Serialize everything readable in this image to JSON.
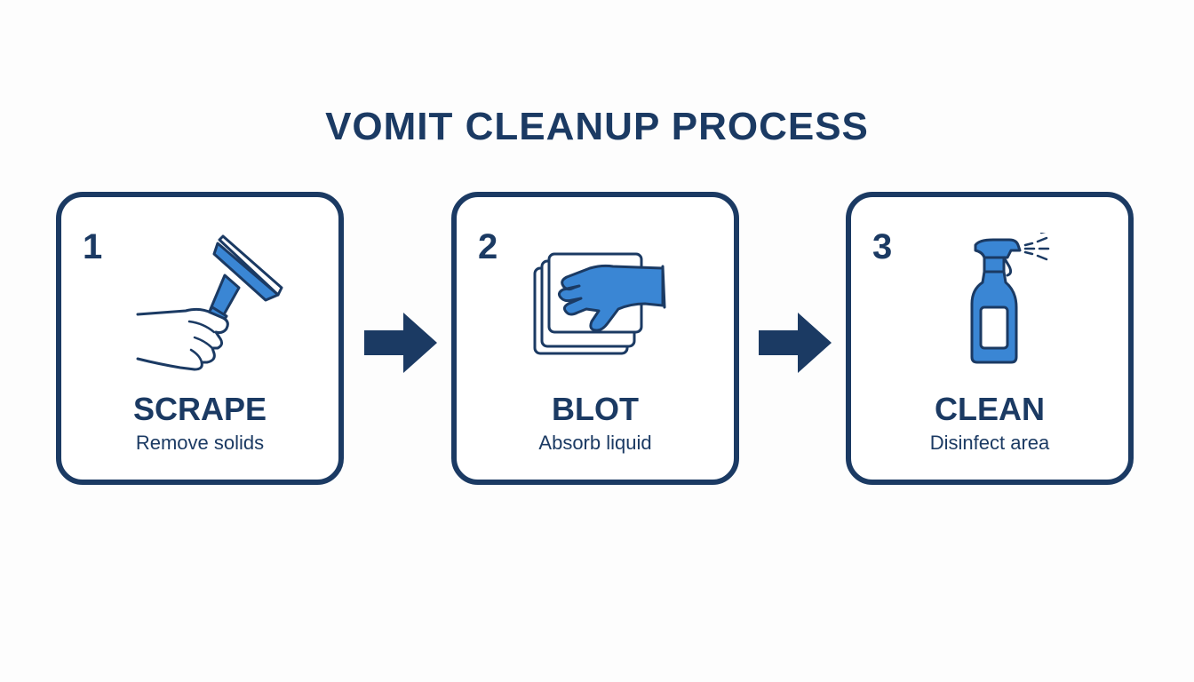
{
  "title": "VOMIT CLEANUP PROCESS",
  "colors": {
    "navy": "#1b3a63",
    "accent_blue": "#3a86d4",
    "background": "#fdfdfd"
  },
  "steps": [
    {
      "number": "1",
      "title": "SCRAPE",
      "description": "Remove solids",
      "icon": "hand-scraper-icon"
    },
    {
      "number": "2",
      "title": "BLOT",
      "description": "Absorb liquid",
      "icon": "gloved-hand-towel-icon"
    },
    {
      "number": "3",
      "title": "CLEAN",
      "description": "Disinfect area",
      "icon": "spray-bottle-icon"
    }
  ],
  "connectors": [
    "right-arrow-icon",
    "right-arrow-icon"
  ]
}
